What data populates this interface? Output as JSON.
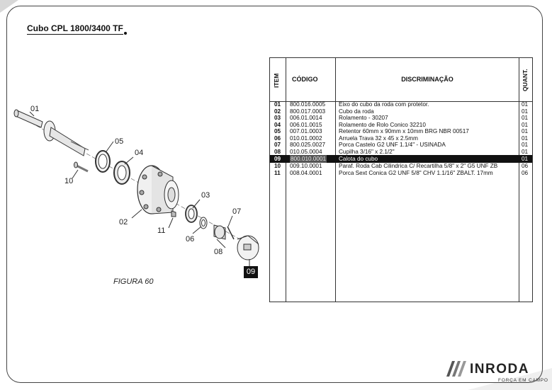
{
  "title": "Cubo CPL 1800/3400 TF",
  "figure_label": "FIGURA 60",
  "callouts": {
    "c01": "01",
    "c05": "05",
    "c04": "04",
    "c10": "10",
    "c02": "02",
    "c03": "03",
    "c11": "11",
    "c06": "06",
    "c07": "07",
    "c08": "08",
    "c09": "09"
  },
  "table": {
    "headers": {
      "item": "ITEM",
      "codigo": "CÓDIGO",
      "discriminacao": "DISCRIMINAÇÃO",
      "quant": "QUANT."
    },
    "rows": [
      {
        "item": "01",
        "codigo": "800.016.0005",
        "desc": "Eixo do cubo da roda com protetor.",
        "qty": "01"
      },
      {
        "item": "02",
        "codigo": "800.017.0003",
        "desc": "Cubo da roda",
        "qty": "01"
      },
      {
        "item": "03",
        "codigo": "006.01.0014",
        "desc": "Rolamento - 30207",
        "qty": "01"
      },
      {
        "item": "04",
        "codigo": "006.01.0015",
        "desc": "Rolamento de Rolo Conico 32210",
        "qty": "01"
      },
      {
        "item": "05",
        "codigo": "007.01.0003",
        "desc": "Retentor 60mm x 90mm x 10mm BRG NBR 00517",
        "qty": "01"
      },
      {
        "item": "06",
        "codigo": "010.01.0002",
        "desc": "Arruela Trava 32 x 45 x 2.5mm",
        "qty": "01"
      },
      {
        "item": "07",
        "codigo": "800.025.0027",
        "desc": "Porca Castelo G2 UNF 1.1/4\" - USINADA",
        "qty": "01"
      },
      {
        "item": "08",
        "codigo": "010.05.0004",
        "desc": "Cupilha 3/16\" x 2.1/2\"",
        "qty": "01"
      },
      {
        "item": "09",
        "codigo": "800.010.0001",
        "desc": "Calota do cubo",
        "qty": "01"
      },
      {
        "item": "10",
        "codigo": "009.10.0001",
        "desc": "Paraf. Roda Cab Cilindrica C/ Recartilha 5/8\" x 2\" G5 UNF ZB",
        "qty": "06"
      },
      {
        "item": "11",
        "codigo": "008.04.0001",
        "desc": "Porca Sext Conica G2 UNF 5/8\" CHV 1.1/16\" ZBALT. 17mm",
        "qty": "06"
      }
    ],
    "highlighted_item": "09"
  },
  "brand": {
    "name": "INRODA",
    "tagline": "FORÇA EM CAMPO"
  }
}
